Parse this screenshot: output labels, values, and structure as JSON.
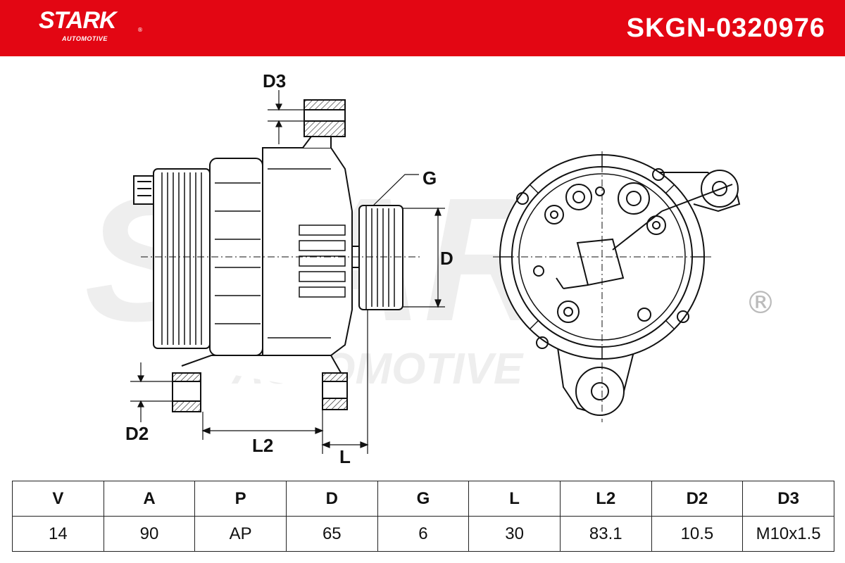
{
  "header": {
    "brand": "STARK",
    "brand_sub": "AUTOMOTIVE",
    "part_number": "SKGN-0320976",
    "color": "#e30613"
  },
  "drawing": {
    "labels": {
      "d3": "D3",
      "g": "G",
      "d": "D",
      "d2": "D2",
      "l2": "L2",
      "l": "L"
    },
    "watermark": "STARK",
    "watermark_sub": "AUTOMOTIVE",
    "registered": "®"
  },
  "spec_table": {
    "headers": [
      "V",
      "A",
      "P",
      "D",
      "G",
      "L",
      "L2",
      "D2",
      "D3"
    ],
    "values": [
      "14",
      "90",
      "AP",
      "65",
      "6",
      "30",
      "83.1",
      "10.5",
      "M10x1.5"
    ]
  }
}
